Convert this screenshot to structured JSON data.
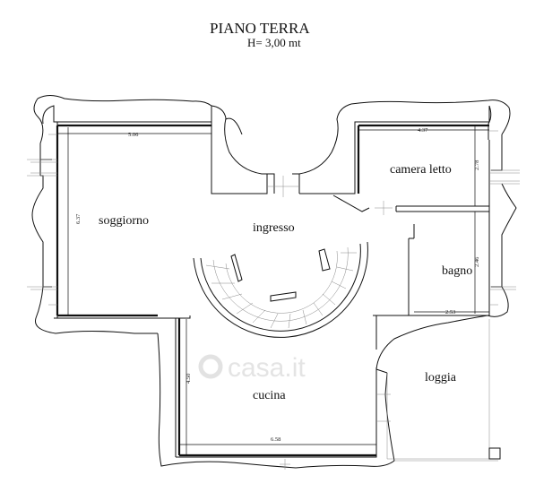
{
  "plan": {
    "title": "PIANO TERRA",
    "subtitle": "H= 3,00 mt"
  },
  "rooms": {
    "soggiorno": "soggiorno",
    "ingresso": "ingresso",
    "camera": "camera letto",
    "bagno": "bagno",
    "cucina": "cucina",
    "loggia": "loggia"
  },
  "dimensions": {
    "soggiorno_w": "5.06",
    "soggiorno_h": "6.37",
    "camera_w": "4.37",
    "camera_h": "2.78",
    "bagno_w": "2.53",
    "bagno_h": "2.46",
    "cucina_w": "6.58",
    "cucina_h": "4.50"
  },
  "watermark": {
    "brand": "casa.it"
  }
}
